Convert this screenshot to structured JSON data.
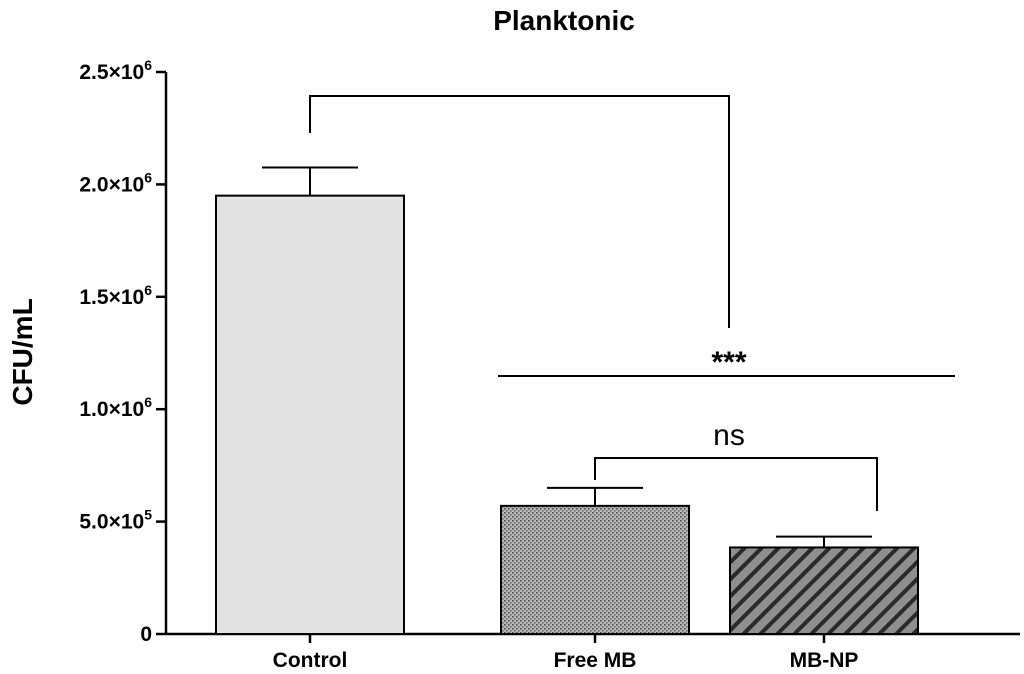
{
  "chart_data": {
    "type": "bar",
    "title": "Planktonic",
    "ylabel": "CFU/mL",
    "xlabel": "",
    "categories": [
      "Control",
      "Free MB",
      "MB-NP"
    ],
    "values": [
      1950000,
      570000,
      385000
    ],
    "errors": [
      125000,
      80000,
      48000
    ],
    "ylim": [
      0,
      2500000
    ],
    "yticks": [
      {
        "value": 0,
        "mantissa": "0",
        "exponent": ""
      },
      {
        "value": 500000,
        "mantissa": "5.0×10",
        "exponent": "5"
      },
      {
        "value": 1000000,
        "mantissa": "1.0×10",
        "exponent": "6"
      },
      {
        "value": 1500000,
        "mantissa": "1.5×10",
        "exponent": "6"
      },
      {
        "value": 2000000,
        "mantissa": "2.0×10",
        "exponent": "6"
      },
      {
        "value": 2500000,
        "mantissa": "2.5×10",
        "exponent": "6"
      }
    ],
    "bar_styles": [
      {
        "fill": "#e2e2e2",
        "pattern": "solid"
      },
      {
        "fill": "#b4b4b4",
        "pattern": "dots"
      },
      {
        "fill": "#8c8c8c",
        "pattern": "diagonal-stripes"
      }
    ],
    "grid": false,
    "annotations": [
      {
        "text": "***",
        "type": "significance",
        "between": [
          "Control",
          "group Free MB/MB-NP"
        ]
      },
      {
        "text": "ns",
        "type": "significance",
        "between": [
          "Free MB",
          "MB-NP"
        ]
      }
    ]
  }
}
